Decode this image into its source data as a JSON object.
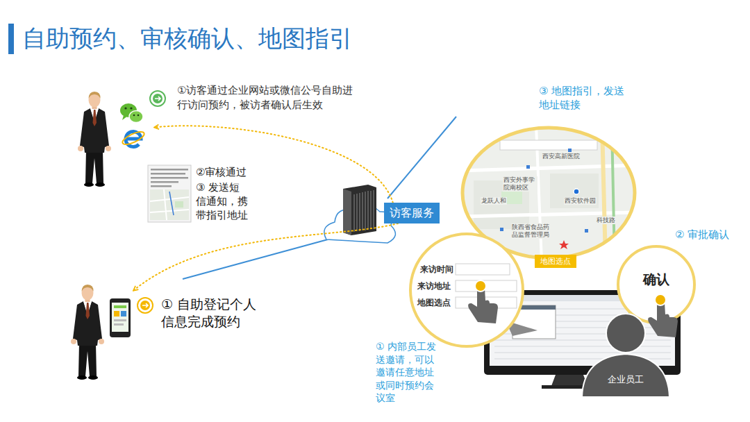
{
  "diagram": {
    "title": "自助预约、审核确认、地图指引",
    "nodes": [
      {
        "text": [
          "①访客通过企业网站或微信公号自助进行访问预约，被访者确认后生效"
        ]
      },
      {
        "text": [
          "西安高新医院",
          "西安外事学院南校区",
          "龙跃人和",
          "西安软件园",
          "科技路",
          "陕西省食品药品监督管理局"
        ]
      },
      {
        "text": [
          "地图选点"
        ]
      },
      {
        "text": [
          "访客服务"
        ]
      },
      {
        "text": [
          "来访时间",
          "来访地址",
          "地图选点"
        ]
      },
      {
        "text": [
          "确认"
        ]
      },
      {
        "text": [
          "① 自助登记个人信息完成预约"
        ]
      },
      {
        "text": [
          "企业员工"
        ]
      }
    ],
    "edges": [
      {
        "from": 3,
        "to": 0,
        "arrow": "to"
      },
      {
        "from": 3,
        "to": 6,
        "arrow": "to"
      }
    ],
    "labels": [
      "②审核通过",
      "③ 发送短信通知，携带指引地址",
      "③ 地图指引，发送地址链接",
      "② 审批确认",
      "① 内部员工发送邀请，可以邀请任意地址或同时预约会议室"
    ]
  }
}
